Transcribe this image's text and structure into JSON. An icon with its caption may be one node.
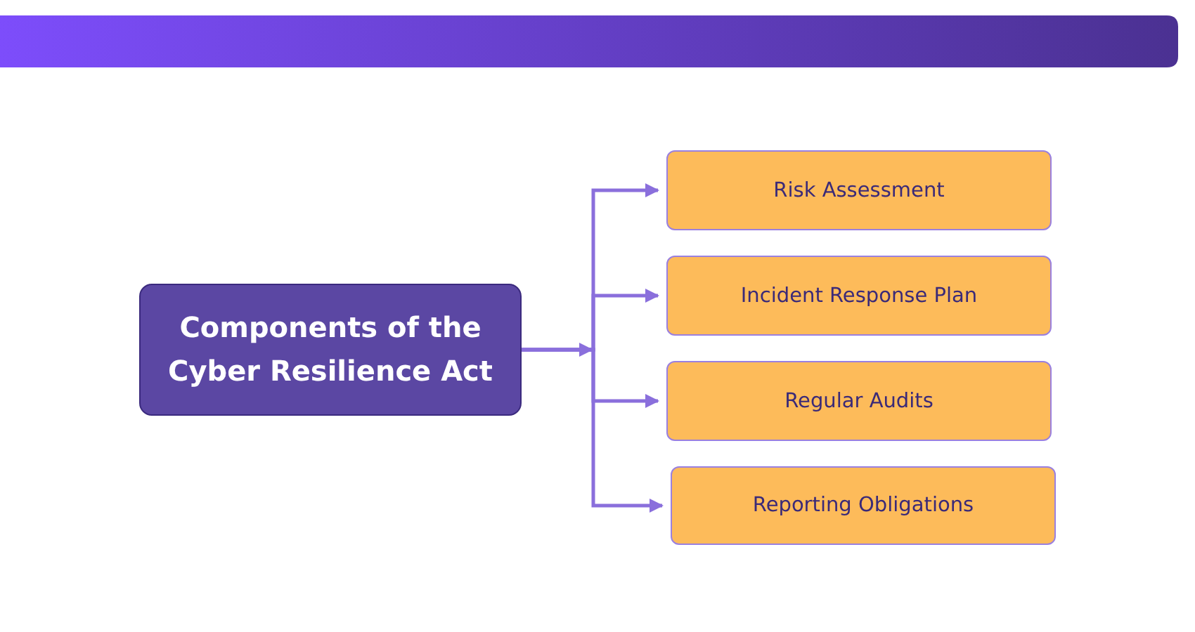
{
  "diagram": {
    "nodes": [
      {
        "text": [
          "Components of the Cyber Resilience Act"
        ]
      },
      {
        "text": [
          "Risk Assessment"
        ]
      },
      {
        "text": [
          "Incident Response Plan"
        ]
      },
      {
        "text": [
          "Regular Audits"
        ]
      },
      {
        "text": [
          "Reporting Obligations"
        ]
      }
    ],
    "edges": [
      {
        "from": 0,
        "to": 1,
        "arrow": "to"
      },
      {
        "from": 0,
        "to": 2,
        "arrow": "to"
      },
      {
        "from": 0,
        "to": 3,
        "arrow": "to"
      },
      {
        "from": 0,
        "to": 4,
        "arrow": "to"
      }
    ]
  }
}
